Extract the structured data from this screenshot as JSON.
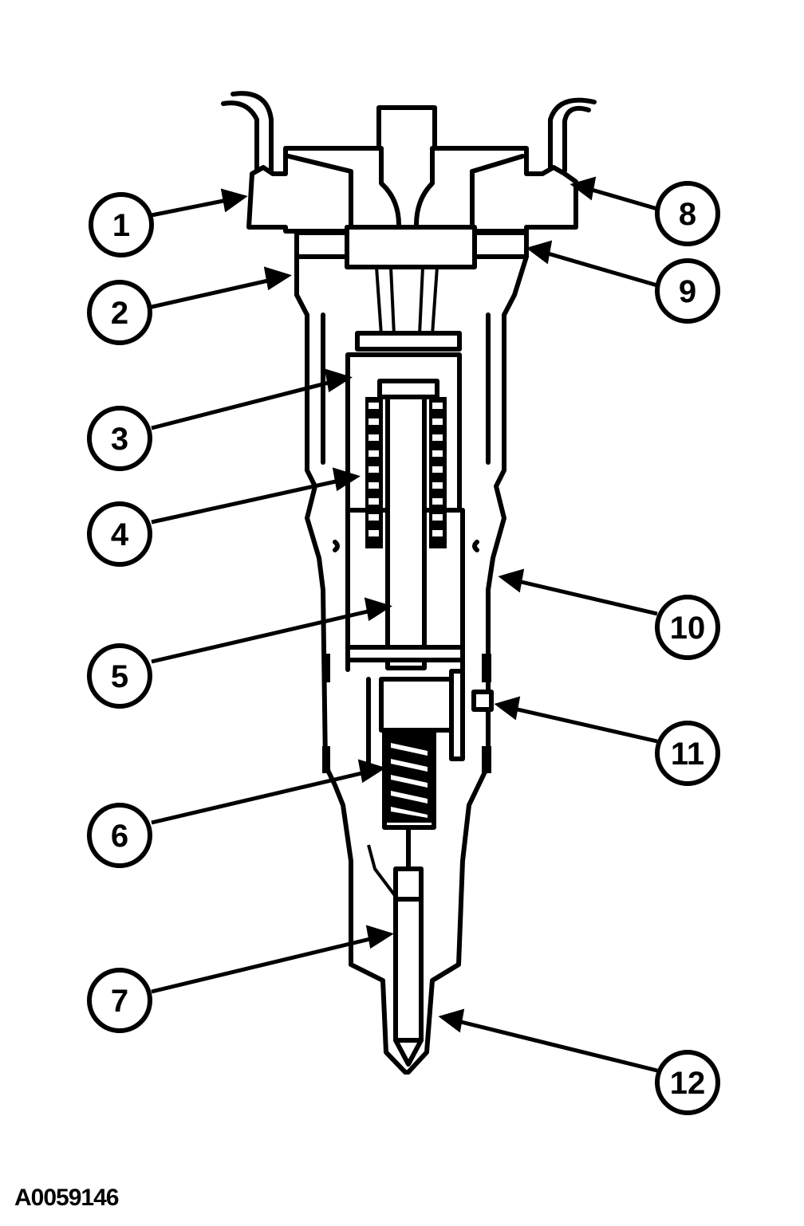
{
  "diagram": {
    "figure_id": "A0059146",
    "callouts": [
      "1",
      "2",
      "3",
      "4",
      "5",
      "6",
      "7",
      "8",
      "9",
      "10",
      "11",
      "12"
    ]
  }
}
